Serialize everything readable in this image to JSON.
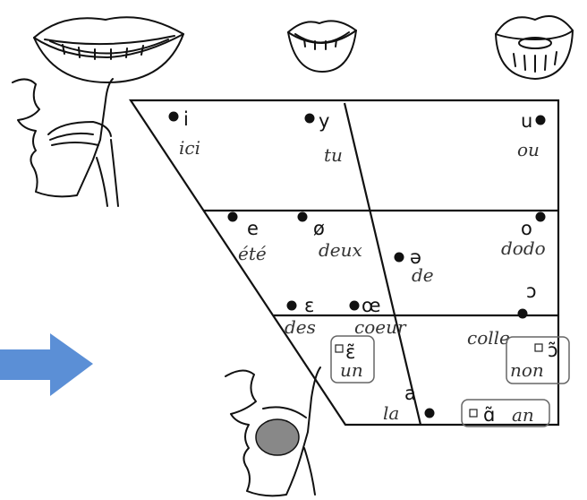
{
  "colors": {
    "arrow": "#5b8fd6",
    "ink": "#111111"
  },
  "icons": {
    "lips_spread": "spread-lips-icon",
    "lips_neutral": "neutral-lips-icon",
    "lips_rounded": "rounded-lips-icon",
    "head_high": "head-profile-high-tongue-icon",
    "head_low": "head-profile-low-tongue-icon",
    "arrow": "right-arrow-icon"
  },
  "vowels": [
    {
      "id": "i",
      "symbol": "i",
      "word": "ici"
    },
    {
      "id": "y",
      "symbol": "y",
      "word": "tu"
    },
    {
      "id": "u",
      "symbol": "u",
      "word": "ou"
    },
    {
      "id": "e",
      "symbol": "e",
      "word": "été"
    },
    {
      "id": "oe-close",
      "symbol": "ø",
      "word": "deux"
    },
    {
      "id": "schwa",
      "symbol": "ə",
      "word": "de"
    },
    {
      "id": "o",
      "symbol": "o",
      "word": "dodo"
    },
    {
      "id": "epsilon",
      "symbol": "ɛ",
      "word": "des"
    },
    {
      "id": "oe-open",
      "symbol": "œ",
      "word": "coeur"
    },
    {
      "id": "open-o",
      "symbol": "ɔ",
      "word": "colle"
    },
    {
      "id": "a",
      "symbol": "a",
      "word": "la"
    }
  ],
  "nasals": [
    {
      "id": "nasal-epsilon",
      "symbol": "ɛ̃",
      "word": "un"
    },
    {
      "id": "nasal-open-o",
      "symbol": "ɔ̃",
      "word": "non"
    },
    {
      "id": "nasal-alpha",
      "symbol": "ɑ̃",
      "word": "an"
    }
  ]
}
